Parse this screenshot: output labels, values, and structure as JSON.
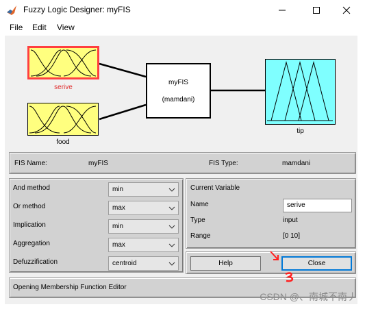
{
  "window": {
    "title": "Fuzzy Logic Designer: myFIS"
  },
  "menu": [
    "File",
    "Edit",
    "View"
  ],
  "diagram": {
    "inputs": [
      {
        "label": "serive",
        "selected": true
      },
      {
        "label": "food",
        "selected": false
      }
    ],
    "fis": {
      "name": "myFIS",
      "type_line": "(mamdani)"
    },
    "output": {
      "label": "tip"
    }
  },
  "fis_info": {
    "name_label": "FIS Name:",
    "name_value": "myFIS",
    "type_label": "FIS Type:",
    "type_value": "mamdani"
  },
  "methods": [
    {
      "label": "And method",
      "value": "min"
    },
    {
      "label": "Or method",
      "value": "max"
    },
    {
      "label": "Implication",
      "value": "min"
    },
    {
      "label": "Aggregation",
      "value": "max"
    },
    {
      "label": "Defuzzification",
      "value": "centroid"
    }
  ],
  "current_variable": {
    "header": "Current Variable",
    "name_label": "Name",
    "name_value": "serive",
    "type_label": "Type",
    "type_value": "input",
    "range_label": "Range",
    "range_value": "[0 10]"
  },
  "buttons": {
    "help": "Help",
    "close": "Close"
  },
  "status": "Opening Membership Function Editor",
  "watermark": "CSDN @、南城不南丿",
  "colors": {
    "input_fill": "#ffff7f",
    "output_fill": "#7fffff",
    "selected_border": "#ff3f3f",
    "selected_label": "#e03030"
  }
}
